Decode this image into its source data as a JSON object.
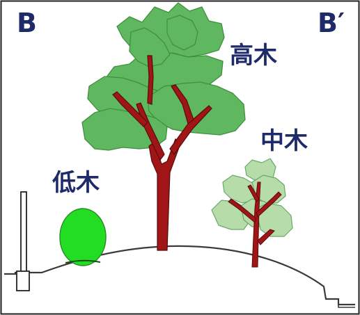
{
  "section": {
    "start_label": "B",
    "end_label": "B′"
  },
  "trees": {
    "tall": "高木",
    "medium": "中木",
    "low": "低木"
  },
  "colors": {
    "label_text": "#1f2a6b",
    "frame": "#222222",
    "ground_line": "#3a3a3a",
    "tall_canopy": "#5fb85f",
    "tall_canopy_shade": "#3f8f3f",
    "medium_canopy": "#b6dcaa",
    "medium_canopy_shade": "#6aa868",
    "low_shrub": "#22dd22",
    "trunk": "#a01515",
    "post_fill": "#ffffff"
  }
}
